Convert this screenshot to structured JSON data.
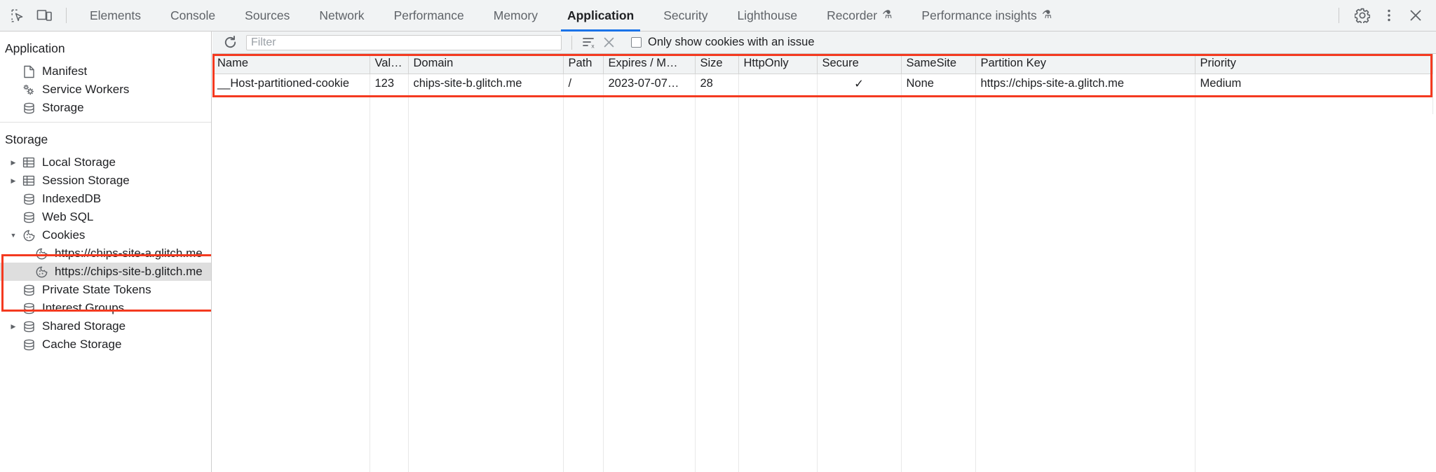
{
  "toolbar": {
    "inspect_icon": "inspect-element-icon",
    "device_icon": "device-toolbar-icon",
    "tabs": [
      {
        "label": "Elements",
        "active": false,
        "experimental": false
      },
      {
        "label": "Console",
        "active": false,
        "experimental": false
      },
      {
        "label": "Sources",
        "active": false,
        "experimental": false
      },
      {
        "label": "Network",
        "active": false,
        "experimental": false
      },
      {
        "label": "Performance",
        "active": false,
        "experimental": false
      },
      {
        "label": "Memory",
        "active": false,
        "experimental": false
      },
      {
        "label": "Application",
        "active": true,
        "experimental": false
      },
      {
        "label": "Security",
        "active": false,
        "experimental": false
      },
      {
        "label": "Lighthouse",
        "active": false,
        "experimental": false
      },
      {
        "label": "Recorder",
        "active": false,
        "experimental": true
      },
      {
        "label": "Performance insights",
        "active": false,
        "experimental": true
      }
    ],
    "settings_icon": "gear-icon",
    "more_icon": "kebab-menu-icon",
    "close_icon": "close-icon",
    "accent_color": "#1a73e8"
  },
  "sidebar": {
    "sections": [
      {
        "title": "Application",
        "items": [
          {
            "label": "Manifest",
            "icon": "manifest-file-icon",
            "twisty": "",
            "selected": false,
            "indent": 2
          },
          {
            "label": "Service Workers",
            "icon": "service-workers-gears-icon",
            "twisty": "",
            "selected": false,
            "indent": 2
          },
          {
            "label": "Storage",
            "icon": "database-icon",
            "twisty": "",
            "selected": false,
            "indent": 2
          }
        ]
      },
      {
        "title": "Storage",
        "items": [
          {
            "label": "Local Storage",
            "icon": "table-icon",
            "twisty": "collapsed",
            "selected": false,
            "indent": 1
          },
          {
            "label": "Session Storage",
            "icon": "table-icon",
            "twisty": "collapsed",
            "selected": false,
            "indent": 1
          },
          {
            "label": "IndexedDB",
            "icon": "database-icon",
            "twisty": "",
            "selected": false,
            "indent": 2
          },
          {
            "label": "Web SQL",
            "icon": "database-icon",
            "twisty": "",
            "selected": false,
            "indent": 2
          },
          {
            "label": "Cookies",
            "icon": "cookie-icon",
            "twisty": "expanded",
            "selected": false,
            "indent": 1
          },
          {
            "label": "https://chips-site-a.glitch.me",
            "icon": "cookie-icon",
            "twisty": "",
            "selected": false,
            "indent": 3
          },
          {
            "label": "https://chips-site-b.glitch.me",
            "icon": "cookie-icon",
            "twisty": "",
            "selected": true,
            "indent": 3
          },
          {
            "label": "Private State Tokens",
            "icon": "database-icon",
            "twisty": "",
            "selected": false,
            "indent": 2
          },
          {
            "label": "Interest Groups",
            "icon": "database-icon",
            "twisty": "",
            "selected": false,
            "indent": 2
          },
          {
            "label": "Shared Storage",
            "icon": "database-icon",
            "twisty": "collapsed",
            "selected": false,
            "indent": 1
          },
          {
            "label": "Cache Storage",
            "icon": "database-icon",
            "twisty": "",
            "selected": false,
            "indent": 2
          }
        ]
      }
    ],
    "highlight_color": "#f43a20"
  },
  "filter_bar": {
    "refresh_icon": "refresh-icon",
    "placeholder": "Filter",
    "value": "",
    "clear_filter_icon": "clear-filter-icon",
    "clear_icon": "clear-all-cookies-icon",
    "checkbox_label": "Only show cookies with an issue",
    "checkbox_checked": false
  },
  "table": {
    "highlight_color": "#f43a20",
    "columns": [
      "Name",
      "Value",
      "Domain",
      "Path",
      "Expires / M…",
      "Size",
      "HttpOnly",
      "Secure",
      "SameSite",
      "Partition Key",
      "Priority"
    ],
    "rows": [
      {
        "name": "__Host-partitioned-cookie",
        "value": "123",
        "domain": "chips-site-b.glitch.me",
        "path": "/",
        "expires": "2023-07-07…",
        "size": "28",
        "httponly": "",
        "secure": "✓",
        "samesite": "None",
        "partition_key": "https://chips-site-a.glitch.me",
        "priority": "Medium"
      }
    ]
  }
}
